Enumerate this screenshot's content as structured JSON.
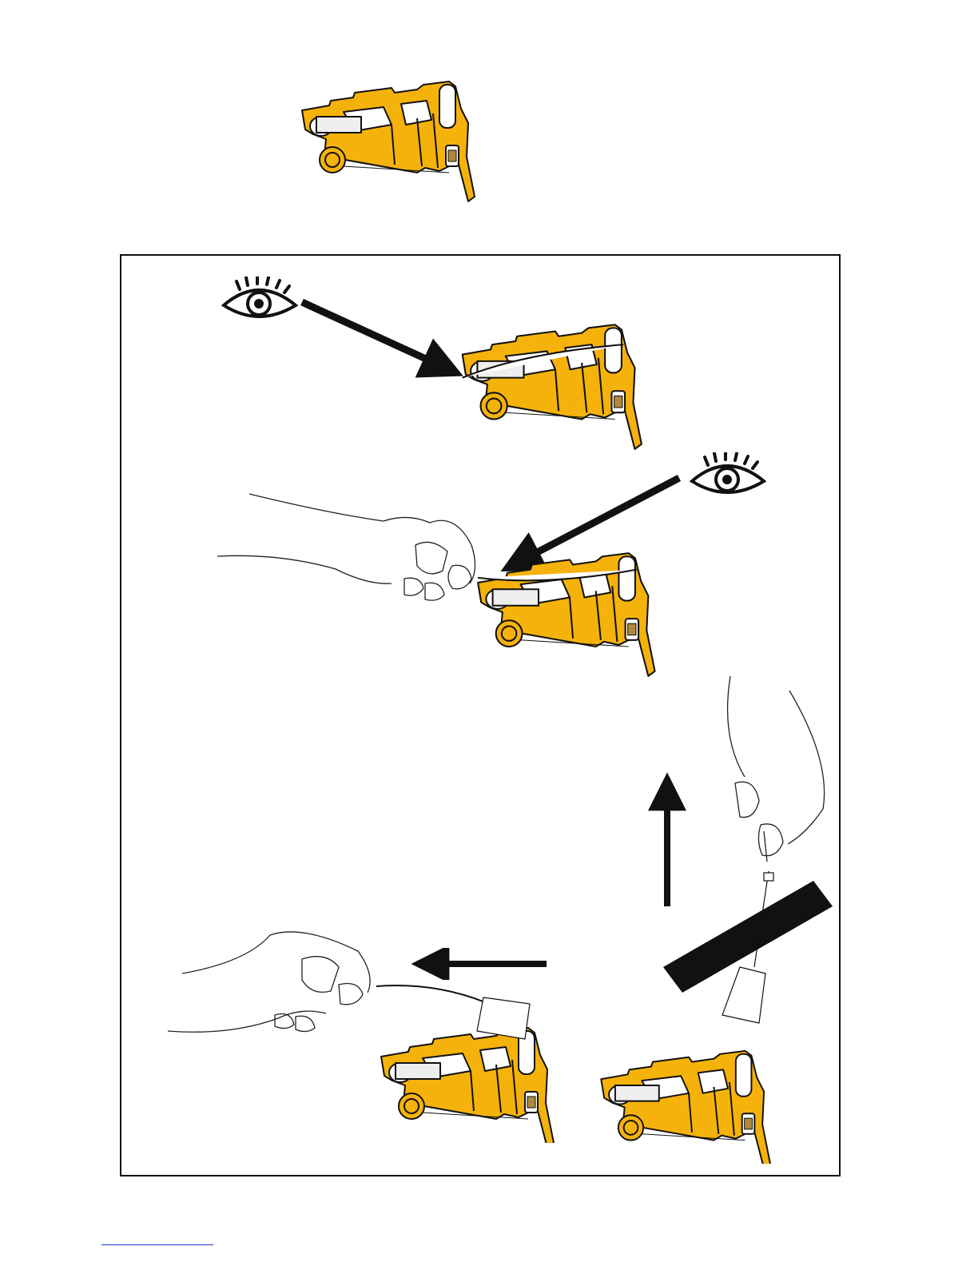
{
  "document": {
    "title": "",
    "kind": "instruction illustration page (no visible text)"
  },
  "colors": {
    "cartridge_fill": "#F5B20A",
    "cartridge_outline": "#111111",
    "arrow": "#111111",
    "frame_border": "#111111",
    "footer_rule": "#1a3ccc",
    "skin_line": "#222222"
  },
  "figures": [
    {
      "name": "top-cartridge",
      "icon": "ribbon-cartridge-icon"
    },
    {
      "name": "step-inspect-cartridge",
      "icon": "ribbon-cartridge-icon",
      "indicator": "eye-icon"
    },
    {
      "name": "step-pull-ribbon",
      "icon": "ribbon-cartridge-icon",
      "indicator": "eye-icon"
    },
    {
      "name": "step-remove-tab",
      "icon": "ribbon-cartridge-icon",
      "arrow": "arrow-up"
    },
    {
      "name": "step-peel-tab",
      "icon": "ribbon-cartridge-icon",
      "arrow": "arrow-left"
    }
  ]
}
